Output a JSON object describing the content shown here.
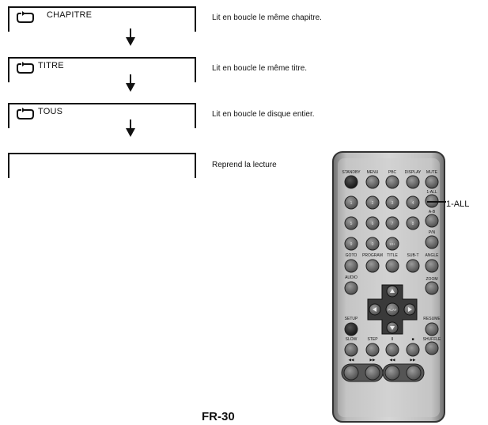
{
  "modes": [
    {
      "label": "CHAPITRE",
      "description": "Lit en boucle le même chapitre."
    },
    {
      "label": "TITRE",
      "description": "Lit en boucle le même titre."
    },
    {
      "label": "TOUS",
      "description": "Lit en boucle le disque entier."
    },
    {
      "label": "",
      "description": "Reprend la lecture"
    }
  ],
  "remote": {
    "top_labels": [
      "STANDBY",
      "MENU",
      "PBC",
      "DISPLAY",
      "MUTE"
    ],
    "label_1_all": "1-ALL",
    "label_ab": "A-B",
    "label_pn": "P/N",
    "func_labels": [
      "GOTO",
      "PROGRAM",
      "TITLE",
      "SUB-T",
      "ANGLE"
    ],
    "label_audio": "AUDIO",
    "label_zoom": "ZOOM",
    "label_play": "PLAY",
    "label_setup": "SETUP",
    "label_resume": "RESUME",
    "bottom_labels": [
      "SLOW",
      "STEP",
      "II",
      "■",
      "SHUFFLE"
    ],
    "skip_labels": [
      "◀◀",
      "▶▶",
      "◀◀",
      "▶▶"
    ],
    "num_row1": [
      "1",
      "2",
      "3",
      "4"
    ],
    "num_row2": [
      "5",
      "6",
      "7",
      "8"
    ],
    "num_row3": [
      "9",
      "0",
      "10+"
    ]
  },
  "callout": {
    "label": "1-ALL"
  },
  "page": {
    "number": "FR-30"
  }
}
